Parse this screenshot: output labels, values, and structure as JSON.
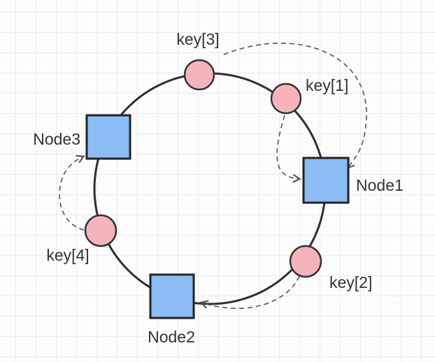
{
  "diagram": {
    "type": "consistent-hashing-ring",
    "description": "Hash ring with nodes (squares) and keys (circles); dashed arrows show which node each key maps to",
    "nodes": [
      {
        "id": "node1",
        "label": "Node1"
      },
      {
        "id": "node2",
        "label": "Node2"
      },
      {
        "id": "node3",
        "label": "Node3"
      }
    ],
    "keys": [
      {
        "id": "key1",
        "label": "key[1]",
        "maps_to": "Node1"
      },
      {
        "id": "key2",
        "label": "key[2]",
        "maps_to": "Node2"
      },
      {
        "id": "key3",
        "label": "key[3]",
        "maps_to": "Node1"
      },
      {
        "id": "key4",
        "label": "key[4]",
        "maps_to": "Node3"
      }
    ],
    "colors": {
      "node_fill": "#8BBDF4",
      "key_fill": "#F5B4BC",
      "ring_stroke": "#2f2f2f",
      "arrow_stroke": "#555555",
      "grid_line": "#ececec",
      "background": "#fcfcfc"
    }
  }
}
